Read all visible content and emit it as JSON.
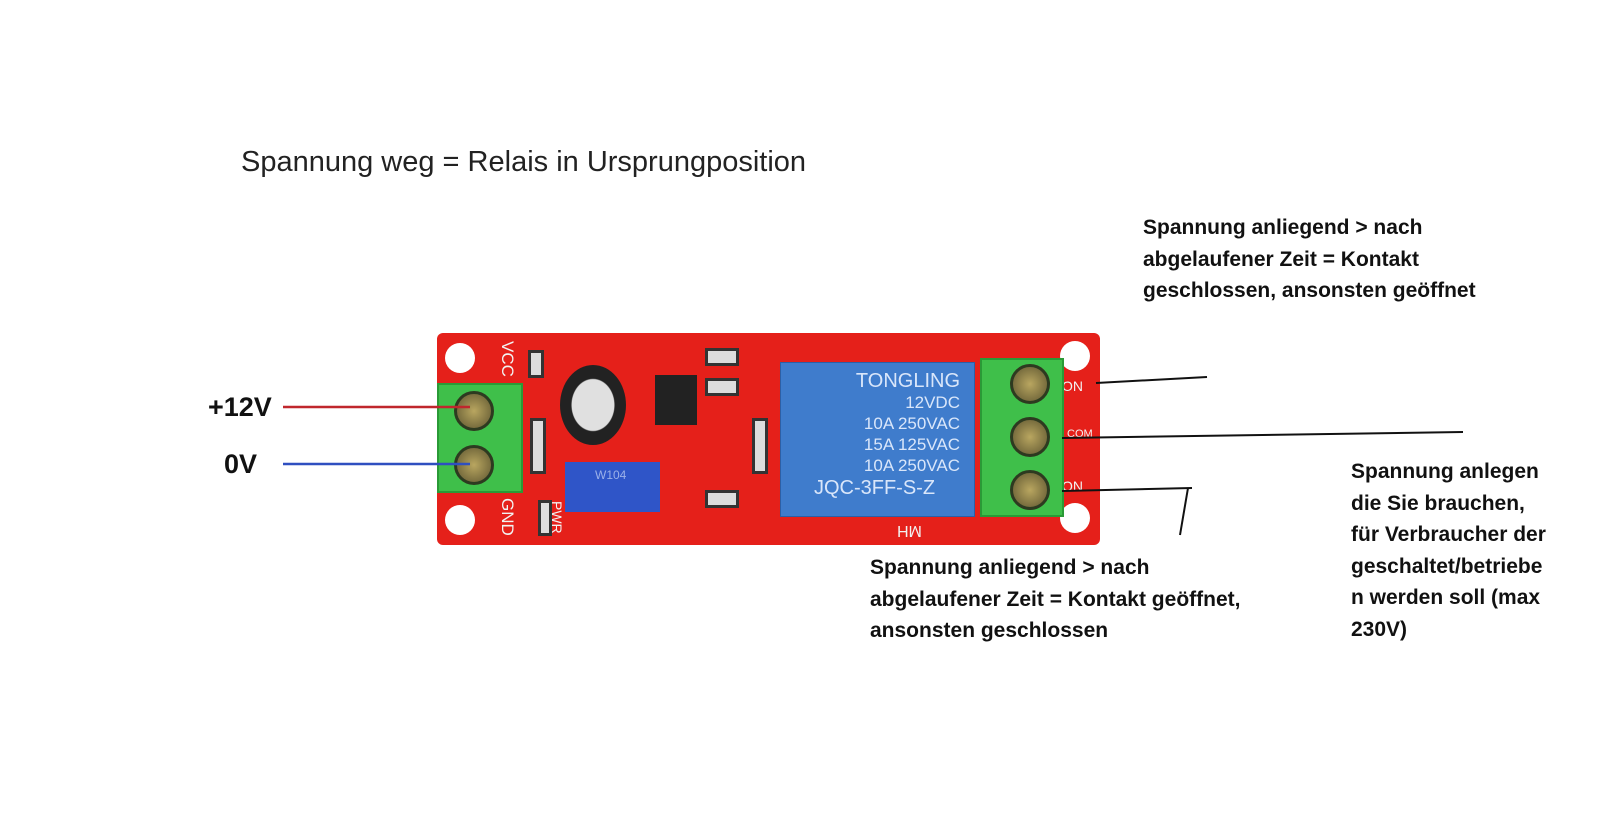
{
  "title": "Spannung weg = Relais in Ursprungposition",
  "labels": {
    "plus": "+12V",
    "zero": "0V"
  },
  "notes": {
    "top_right": "Spannung anliegend > nach\nabgelaufener Zeit = Kontakt\ngeschlossen, ansonsten geöffnet",
    "bottom_middle": "Spannung anliegend > nach\nabgelaufener Zeit = Kontakt geöffnet,\nansonsten geschlossen",
    "right": "Spannung anlegen\ndie Sie brauchen,\nfür Verbraucher der\ngeschaltet/betriebe\nn werden soll (max\n230V)"
  },
  "board": {
    "vcc": "VCC",
    "gnd": "GND",
    "pwr": "PWR",
    "relay": {
      "brand": "TONGLING",
      "voltage": "12VDC",
      "rating1": "10A 250VAC",
      "rating2": "15A 125VAC",
      "rating3": "10A 250VAC",
      "model": "JQC-3FF-S-Z"
    },
    "out_top": "ON",
    "out_mid": "COM",
    "out_bot": "ON",
    "maker": "MH",
    "pot": "W104"
  },
  "colors": {
    "board": "#e5201a",
    "plus_wire": "#c0272d",
    "zero_wire": "#2f4fc0"
  }
}
